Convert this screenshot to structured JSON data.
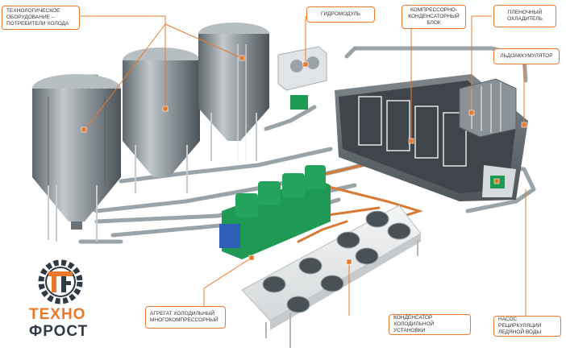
{
  "colors": {
    "accent": "#e8782a",
    "pipe": "#9aa3a8",
    "pipe_orange": "#d77a36",
    "tank": "#8d969c",
    "compressor_green": "#1e9a55",
    "pump_blue": "#2c5fb5",
    "logo_dark": "#2f3a45"
  },
  "callouts": {
    "consumers": "ТЕХНОЛОГИЧЕСКОЕ ОБОРУДОВАНИЕ – ПОТРЕБИТЕЛИ ХОЛОДА",
    "hydromodule": "ГИДРОМОДУЛЬ",
    "condensing_unit": "КОМПРЕССОРНО-КОНДЕНСАТОРНЫЙ БЛОК",
    "film_cooler": "ПЛЕНОЧНЫЙ ОХЛАДИТЕЛЬ",
    "ice_accumulator": "ЛЬДОАККУМУЛЯТОР",
    "compressor_unit": "АГРЕГАТ ХОЛОДИЛЬНЫЙ МНОГОКОМПРЕССОРНЫЙ",
    "condenser": "КОНДЕНСАТОР ХОЛОДИЛЬНОЙ УСТАНОВКИ",
    "recirculation_pump": "НАСОС РЕЦИРКУЛЯЦИИ ЛЕДЯНОЙ ВОДЫ"
  },
  "logo": {
    "line1": "ТЕХНО",
    "line2": "ФРОСТ"
  }
}
